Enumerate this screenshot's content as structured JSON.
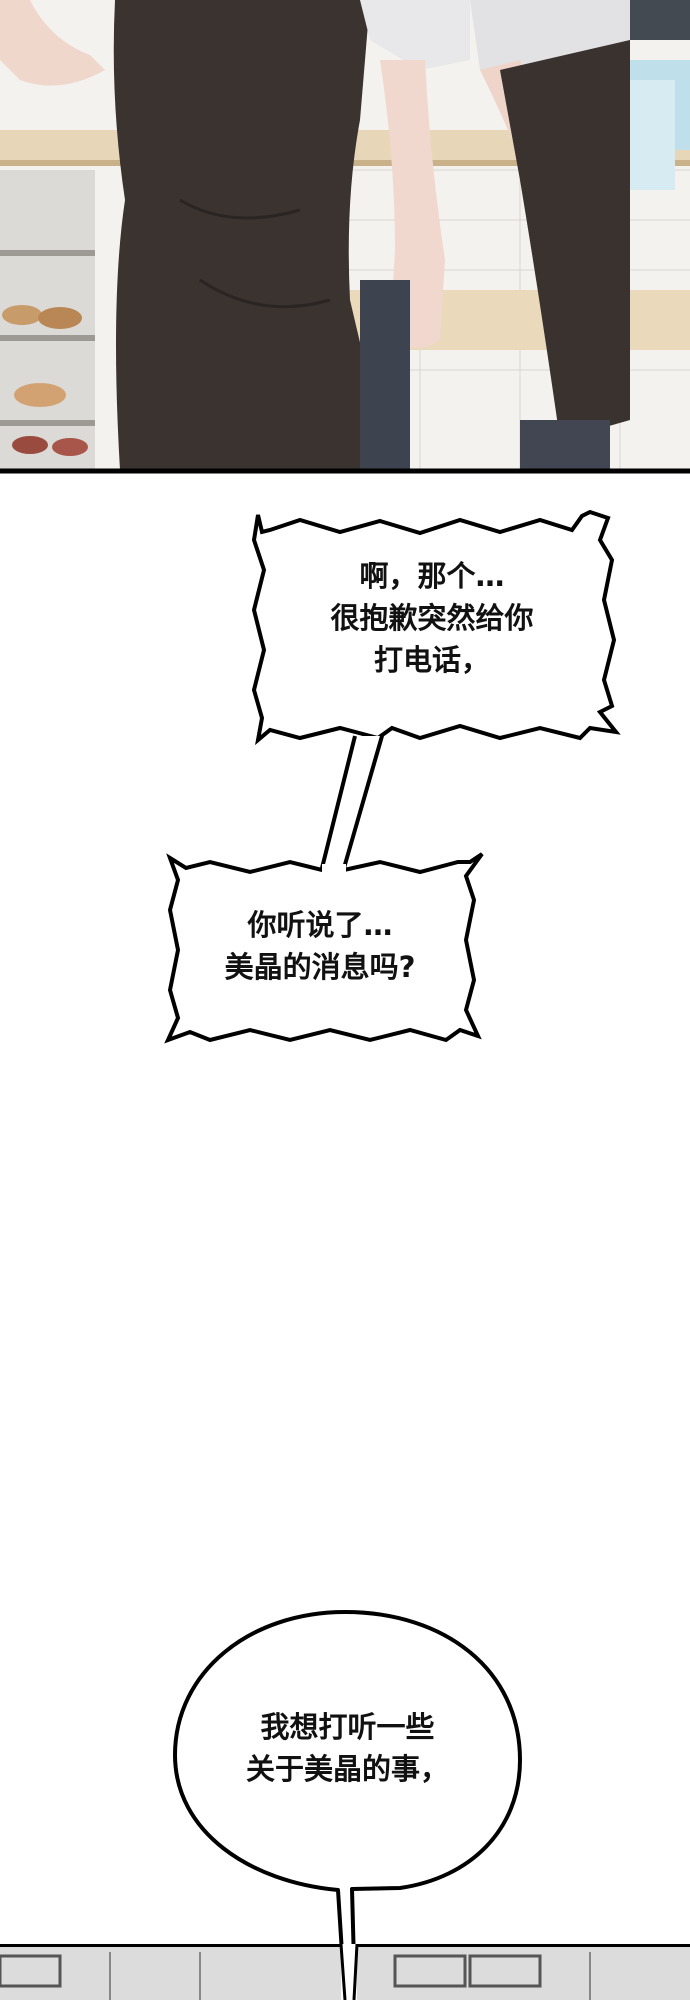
{
  "bubbles": {
    "b1": {
      "lines": [
        "啊，那个…",
        "很抱歉突然给你",
        "打电话，"
      ]
    },
    "b2": {
      "lines": [
        "你听说了…",
        "美晶的消息吗?"
      ]
    },
    "b3": {
      "lines": [
        "我想打听一些",
        "关于美晶的事，"
      ]
    }
  },
  "colors": {
    "apron": "#3a322f",
    "shirt": "#e9e9ea",
    "skin": "#f1d8cf",
    "counter": "#e9d9bd",
    "wall": "#f2f2f0",
    "ink": "#000000"
  }
}
